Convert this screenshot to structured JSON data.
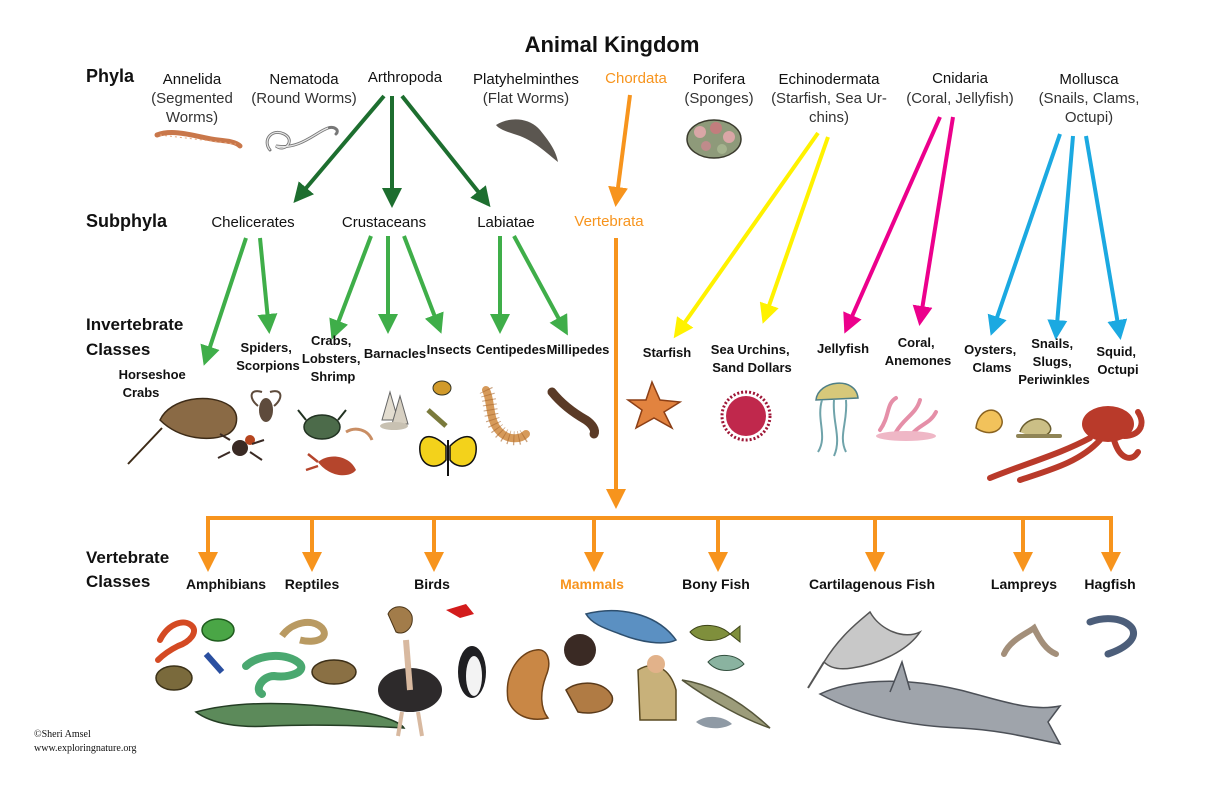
{
  "title": "Animal Kingdom",
  "row_labels": {
    "phyla": "Phyla",
    "subphyla": "Subphyla",
    "invertebrate_line1": "Invertebrate",
    "invertebrate_line2": "Classes",
    "vertebrate_line1": "Vertebrate",
    "vertebrate_line2": "Classes"
  },
  "colors": {
    "arthropoda": "#1d6e2f",
    "arthropod_classes": "#3fae49",
    "chordata": "#f7941d",
    "echinodermata": "#fff200",
    "cnidaria": "#ec008c",
    "mollusca": "#1ba9e1",
    "text": "#111111"
  },
  "phyla": [
    {
      "name": "Annelida",
      "detail_1": "(Segmented",
      "detail_2": "Worms)",
      "icon": "segmented-worm-icon"
    },
    {
      "name": "Nematoda",
      "detail_1": "(Round Worms)",
      "icon": "round-worm-icon"
    },
    {
      "name": "Arthropoda",
      "icon": ""
    },
    {
      "name": "Platyhelminthes",
      "detail_1": "(Flat Worms)",
      "icon": "flatworm-icon"
    },
    {
      "name": "Chordata",
      "icon": ""
    },
    {
      "name": "Porifera",
      "detail_1": "(Sponges)",
      "icon": "sponge-icon"
    },
    {
      "name": "Echinodermata",
      "detail_1": "(Starfish, Sea Ur-",
      "detail_2": "chins)",
      "icon": ""
    },
    {
      "name": "Cnidaria",
      "detail_1": "(Coral, Jellyfish)",
      "icon": ""
    },
    {
      "name": "Mollusca",
      "detail_1": "(Snails, Clams,",
      "detail_2": "Octupi)",
      "icon": ""
    }
  ],
  "subphyla": [
    "Chelicerates",
    "Crustaceans",
    "Labiatae",
    "Vertebrata"
  ],
  "invertebrate_classes": [
    {
      "lines": [
        "Horseshoe",
        "Crabs"
      ],
      "icon": "horseshoe-crab-icon"
    },
    {
      "lines": [
        "Spiders,",
        "Scorpions"
      ],
      "icon": "spider-scorpion-icon"
    },
    {
      "lines": [
        "Crabs,",
        "Lobsters,",
        "Shrimp"
      ],
      "icon": "crab-lobster-icon"
    },
    {
      "lines": [
        "Barnacles"
      ],
      "icon": "barnacle-icon"
    },
    {
      "lines": [
        "Insects"
      ],
      "icon": "butterfly-beetle-icon"
    },
    {
      "lines": [
        "Centipedes"
      ],
      "icon": "centipede-icon"
    },
    {
      "lines": [
        "Millipedes"
      ],
      "icon": "millipede-icon"
    },
    {
      "lines": [
        "Starfish"
      ],
      "icon": "starfish-icon"
    },
    {
      "lines": [
        "Sea Urchins,",
        "Sand Dollars"
      ],
      "icon": "sea-urchin-icon"
    },
    {
      "lines": [
        "Jellyfish"
      ],
      "icon": "jellyfish-icon"
    },
    {
      "lines": [
        "Coral,",
        "Anemones"
      ],
      "icon": "coral-icon"
    },
    {
      "lines": [
        "Oysters,",
        "Clams"
      ],
      "icon": "clam-icon"
    },
    {
      "lines": [
        "Snails,",
        "Slugs,",
        "Periwinkles"
      ],
      "icon": "snail-icon"
    },
    {
      "lines": [
        "Squid,",
        "Octupi"
      ],
      "icon": "octopus-icon"
    }
  ],
  "vertebrate_classes": [
    {
      "name": "Amphibians",
      "icon": "frog-salamander-icon"
    },
    {
      "name": "Reptiles",
      "icon": "reptile-icon"
    },
    {
      "name": "Birds",
      "icon": "bird-icon"
    },
    {
      "name": "Mammals",
      "icon": "mammal-icon"
    },
    {
      "name": "Bony Fish",
      "icon": "bony-fish-icon"
    },
    {
      "name": "Cartilagenous Fish",
      "icon": "shark-ray-icon"
    },
    {
      "name": "Lampreys",
      "icon": "lamprey-icon"
    },
    {
      "name": "Hagfish",
      "icon": "hagfish-icon"
    }
  ],
  "footer": {
    "copyright": "©Sheri Amsel",
    "website": "www.exploringnature.org"
  }
}
